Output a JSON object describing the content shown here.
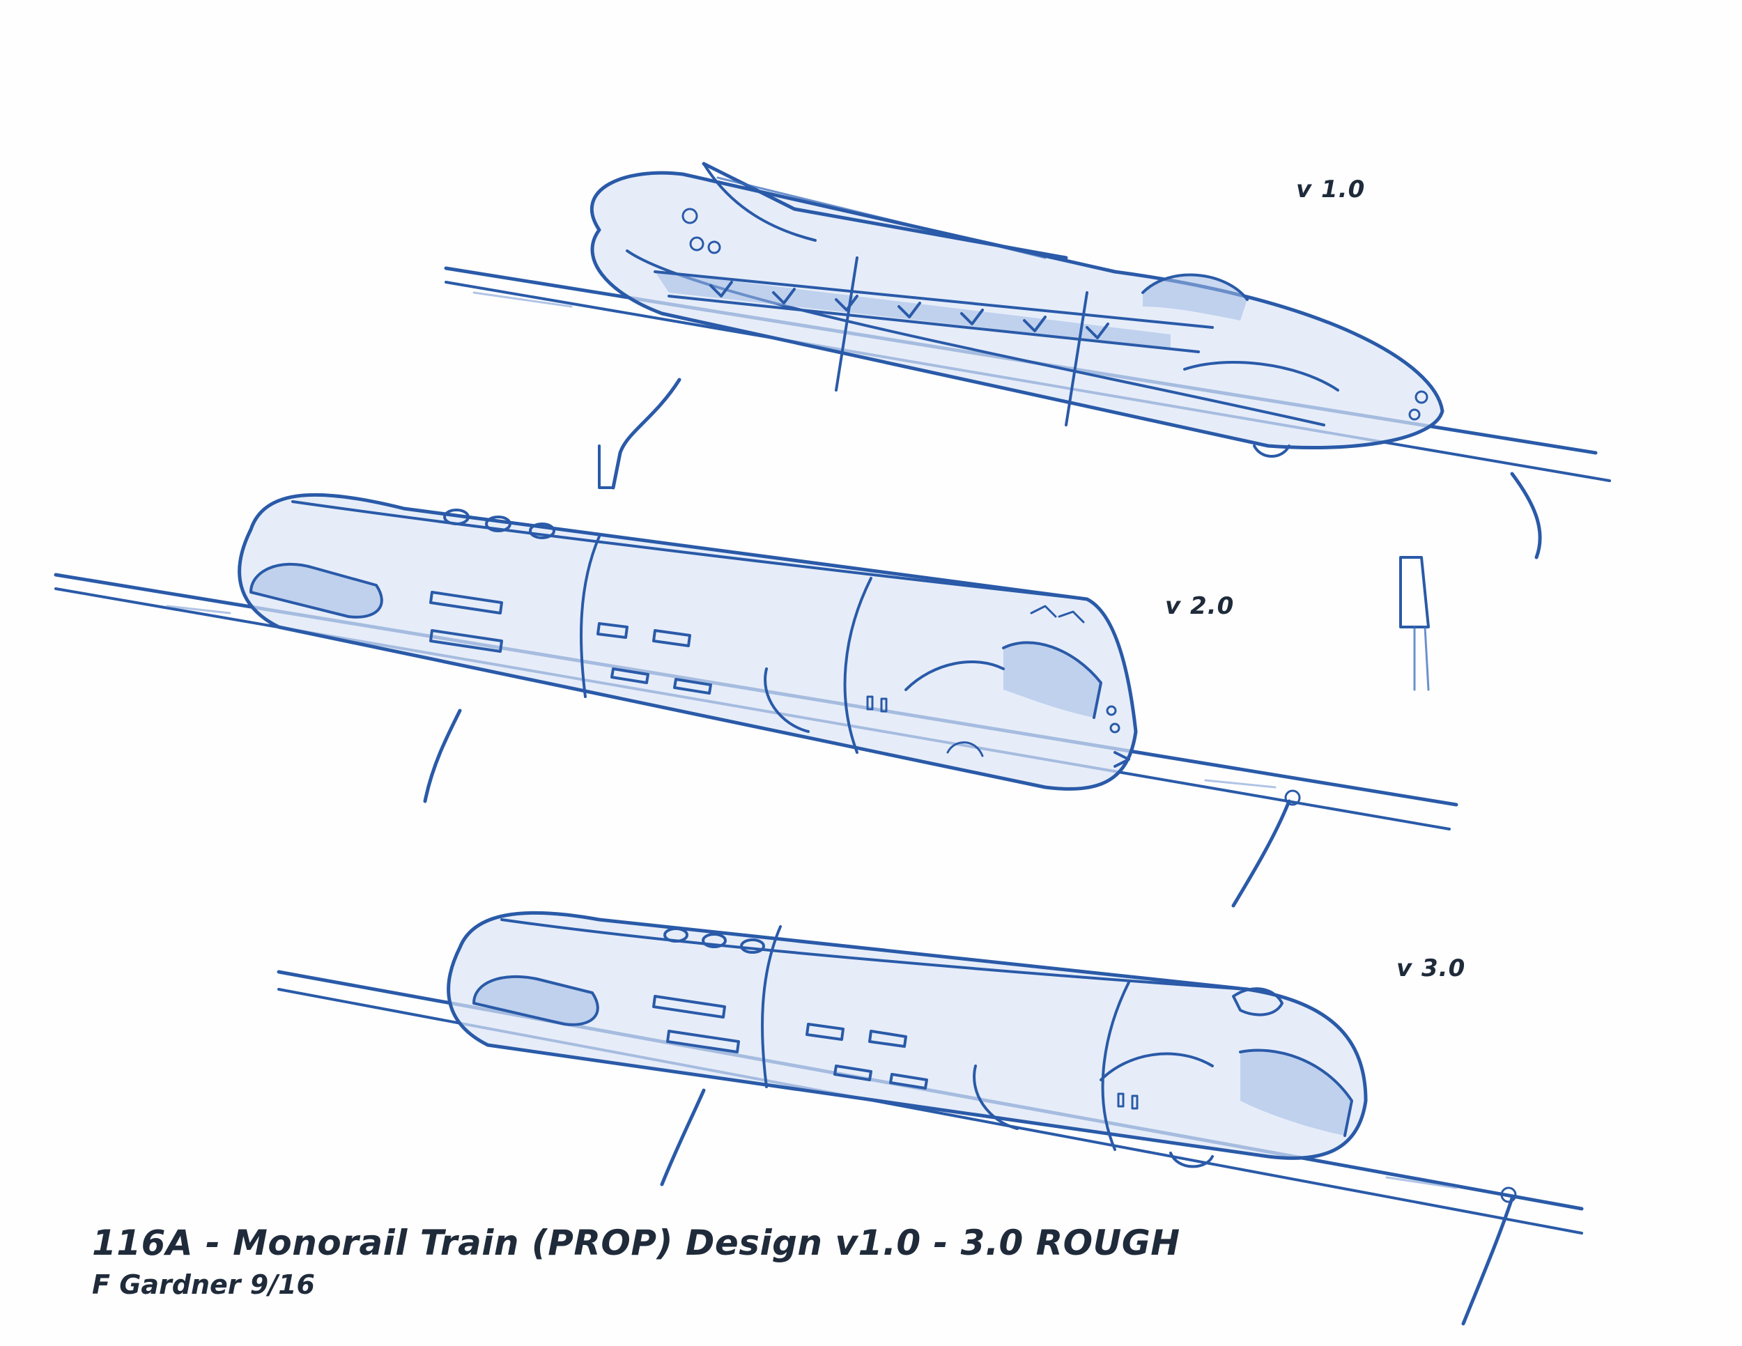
{
  "sheet": {
    "versions": [
      "v 1.0",
      "v 2.0",
      "v 3.0"
    ],
    "title": "116A - Monorail Train (PROP) Design v1.0 - 3.0 ROUGH",
    "credit": "F Gardner 9/16"
  },
  "style": {
    "pencil_color": "#2a5aa8",
    "paper_color": "#fefefe",
    "text_color": "#1f2b3a"
  }
}
